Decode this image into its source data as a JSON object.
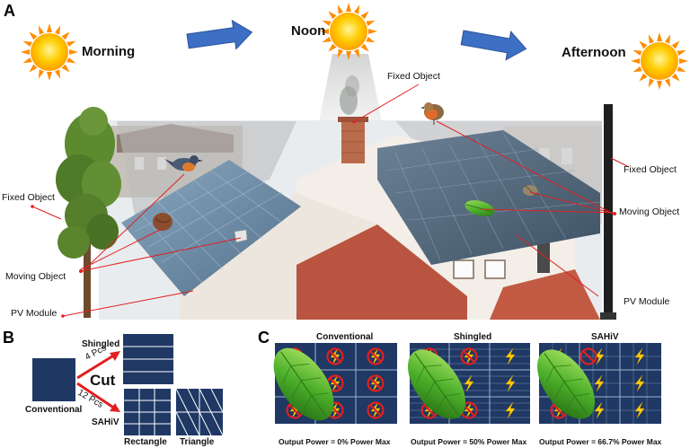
{
  "panels": {
    "a": "A",
    "b": "B",
    "c": "C"
  },
  "panel_a": {
    "times": {
      "morning": "Morning",
      "noon": "Noon",
      "afternoon": "Afternoon"
    },
    "labels": {
      "fixed_object_top": "Fixed Object",
      "fixed_object_left": "Fixed Object",
      "fixed_object_right": "Fixed Object",
      "moving_object_left": "Moving Object",
      "moving_object_right": "Moving Object",
      "pv_module_left": "PV Module",
      "pv_module_right": "PV Module"
    }
  },
  "panel_b": {
    "conventional": "Conventional",
    "shingled": "Shingled",
    "sahiv": "SAHiV",
    "cut": "Cut",
    "four_pcs": "4 Pcs",
    "twelve_pcs": "12 Pcs",
    "rectangle": "Rectangle",
    "triangle": "Triangle"
  },
  "panel_c": {
    "modules": [
      {
        "title": "Conventional",
        "footer": "Output Power = 0% Power Max"
      },
      {
        "title": "Shingled",
        "footer": "Output Power = 50% Power Max"
      },
      {
        "title": "SAHiV",
        "footer": "Output Power = 66.7% Power Max"
      }
    ]
  },
  "colors": {
    "sun": "#ffcc00",
    "sun_ray": "#ff8c00",
    "arrow_blue": "#3d6fc4",
    "cell_navy": "#1f3864",
    "annotation_red": "#e02020",
    "leaf_green": "#4caf2a"
  },
  "icons": {
    "sun": "sun-icon",
    "arrow": "right-arrow-icon",
    "bird": "bird-icon",
    "leaf": "leaf-icon",
    "bolt": "lightning-icon",
    "prohibited": "no-sign-icon"
  }
}
